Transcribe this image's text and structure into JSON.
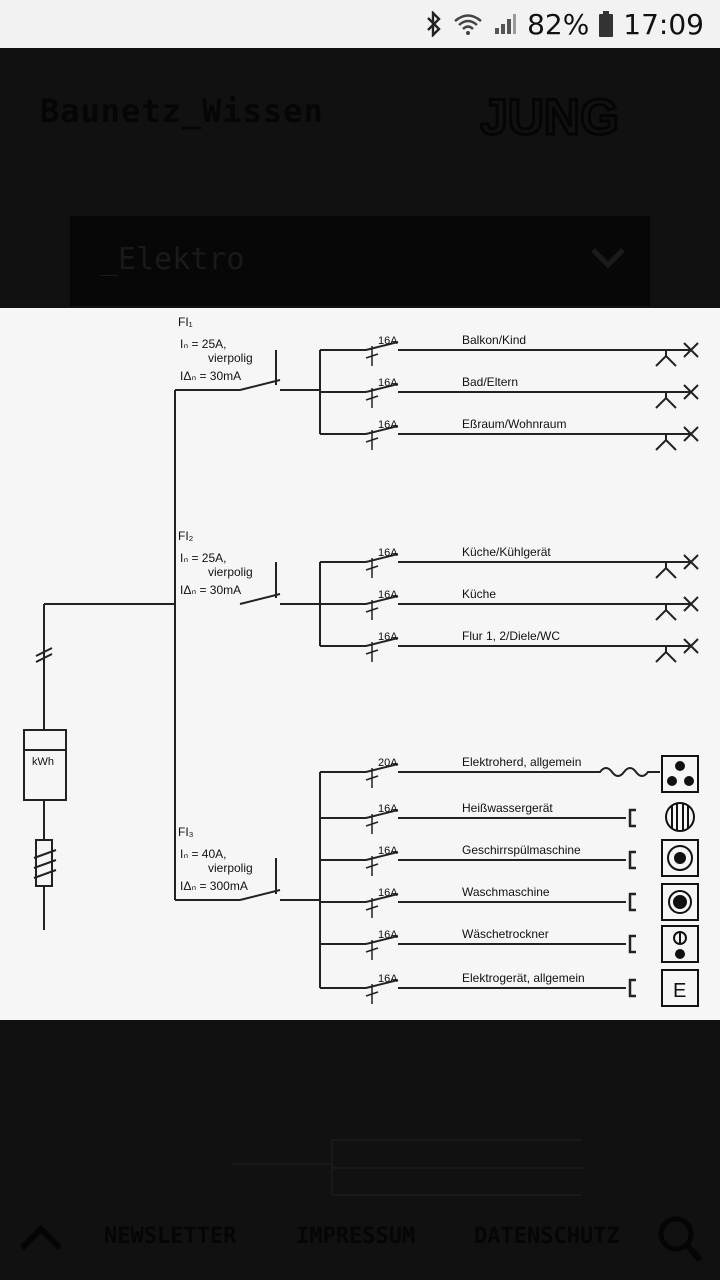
{
  "status": {
    "battery": "82%",
    "time": "17:09"
  },
  "header": {
    "brand": "Baunetz_Wissen",
    "logo_text": "JUNG"
  },
  "category_select": {
    "selected": "_Elektro"
  },
  "diagram": {
    "fi_groups": [
      {
        "label": "FI₁",
        "current": "Iₙ = 25A,",
        "poles": "vierpolig",
        "residual": "IΔₙ = 30mA"
      },
      {
        "label": "FI₂",
        "current": "Iₙ = 25A,",
        "poles": "vierpolig",
        "residual": "IΔₙ = 30mA"
      },
      {
        "label": "FI₃",
        "current": "Iₙ = 40A,",
        "poles": "vierpolig",
        "residual": "IΔₙ = 300mA"
      }
    ],
    "meter_label": "kWh",
    "circuits": [
      {
        "rating": "16A",
        "name": "Balkon/Kind"
      },
      {
        "rating": "16A",
        "name": "Bad/Eltern"
      },
      {
        "rating": "16A",
        "name": "Eßraum/Wohnraum"
      },
      {
        "rating": "16A",
        "name": "Küche/Kühlgerät"
      },
      {
        "rating": "16A",
        "name": "Küche"
      },
      {
        "rating": "16A",
        "name": "Flur 1, 2/Diele/WC"
      },
      {
        "rating": "20A",
        "name": "Elektroherd, allgemein"
      },
      {
        "rating": "16A",
        "name": "Heißwassergerät"
      },
      {
        "rating": "16A",
        "name": "Geschirrspülmaschine"
      },
      {
        "rating": "16A",
        "name": "Waschmaschine"
      },
      {
        "rating": "16A",
        "name": "Wäschetrockner"
      },
      {
        "rating": "16A",
        "name": "Elektrogerät, allgemein"
      }
    ],
    "appliance_box_label": "E"
  },
  "footer": {
    "newsletter": "NEWSLETTER",
    "impressum": "IMPRESSUM",
    "datenschutz": "DATENSCHUTZ"
  }
}
